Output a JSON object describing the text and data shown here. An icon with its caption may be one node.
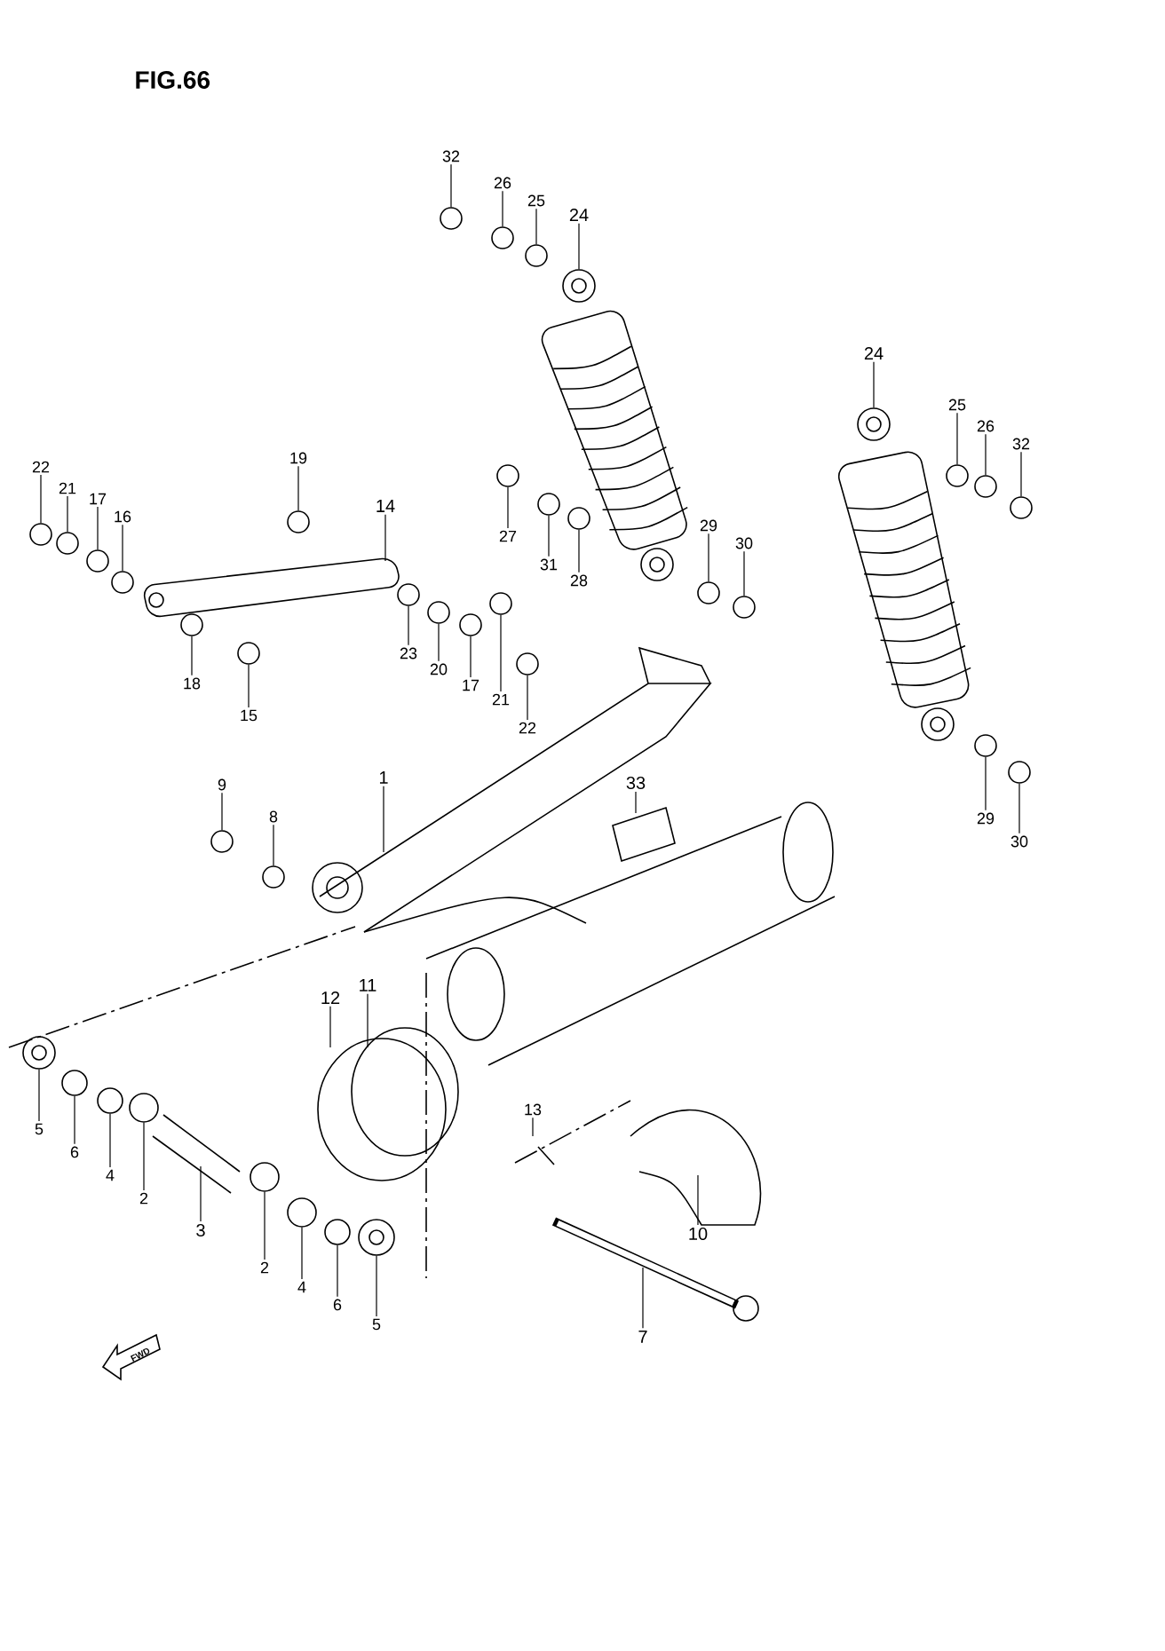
{
  "diagram": {
    "title": "FIG.66",
    "nodes": [
      {
        "text": [
          "32"
        ]
      },
      {
        "text": [
          "26"
        ]
      },
      {
        "text": [
          "25"
        ]
      },
      {
        "text": [
          "24"
        ]
      },
      {
        "text": [
          "24"
        ]
      },
      {
        "text": [
          "25"
        ]
      },
      {
        "text": [
          "26"
        ]
      },
      {
        "text": [
          "32"
        ]
      },
      {
        "text": [
          "22"
        ]
      },
      {
        "text": [
          "21"
        ]
      },
      {
        "text": [
          "17"
        ]
      },
      {
        "text": [
          "16"
        ]
      },
      {
        "text": [
          "19"
        ]
      },
      {
        "text": [
          "14"
        ]
      },
      {
        "text": [
          "27"
        ]
      },
      {
        "text": [
          "31"
        ]
      },
      {
        "text": [
          "28"
        ]
      },
      {
        "text": [
          "29"
        ]
      },
      {
        "text": [
          "30"
        ]
      },
      {
        "text": [
          "18"
        ]
      },
      {
        "text": [
          "15"
        ]
      },
      {
        "text": [
          "23"
        ]
      },
      {
        "text": [
          "20"
        ]
      },
      {
        "text": [
          "17"
        ]
      },
      {
        "text": [
          "21"
        ]
      },
      {
        "text": [
          "22"
        ]
      },
      {
        "text": [
          "1"
        ]
      },
      {
        "text": [
          "9"
        ]
      },
      {
        "text": [
          "8"
        ]
      },
      {
        "text": [
          "33"
        ]
      },
      {
        "text": [
          "29"
        ]
      },
      {
        "text": [
          "30"
        ]
      },
      {
        "text": [
          "12"
        ]
      },
      {
        "text": [
          "11"
        ]
      },
      {
        "text": [
          "13"
        ]
      },
      {
        "text": [
          "5"
        ]
      },
      {
        "text": [
          "6"
        ]
      },
      {
        "text": [
          "4"
        ]
      },
      {
        "text": [
          "2"
        ]
      },
      {
        "text": [
          "3"
        ]
      },
      {
        "text": [
          "2"
        ]
      },
      {
        "text": [
          "4"
        ]
      },
      {
        "text": [
          "6"
        ]
      },
      {
        "text": [
          "5"
        ]
      },
      {
        "text": [
          "10"
        ]
      },
      {
        "text": [
          "7"
        ]
      },
      {
        "text": [],
        "shape": "circle"
      },
      {
        "text": [],
        "shape": "circle"
      },
      {
        "text": [],
        "shape": "circle"
      },
      {
        "text": [],
        "shape": "circle"
      },
      {
        "text": [],
        "shape": "circle"
      },
      {
        "text": [],
        "shape": "circle"
      },
      {
        "text": [],
        "shape": "circle"
      },
      {
        "text": [],
        "shape": "circle"
      },
      {
        "text": [],
        "shape": "circle"
      },
      {
        "text": [],
        "shape": "circle"
      },
      {
        "text": [],
        "shape": "circle"
      },
      {
        "text": [],
        "shape": "circle"
      },
      {
        "text": [],
        "shape": "circle"
      },
      {
        "text": [],
        "shape": "circle"
      },
      {
        "text": [],
        "shape": "circle"
      },
      {
        "text": [],
        "shape": "circle"
      },
      {
        "text": [],
        "shape": "circle"
      },
      {
        "text": [],
        "shape": "circle"
      },
      {
        "text": [],
        "shape": "circle"
      },
      {
        "text": [],
        "shape": "circle"
      },
      {
        "text": [],
        "shape": "circle"
      },
      {
        "text": [],
        "shape": "circle"
      },
      {
        "text": [],
        "shape": "circle"
      },
      {
        "text": [],
        "shape": "circle"
      },
      {
        "text": [],
        "shape": "circle"
      },
      {
        "text": [],
        "shape": "circle"
      },
      {
        "text": [],
        "shape": "circle"
      },
      {
        "text": [],
        "shape": "circle"
      },
      {
        "text": [],
        "shape": "circle"
      },
      {
        "text": [],
        "shape": "circle"
      },
      {
        "text": [],
        "shape": "circle"
      },
      {
        "text": [],
        "shape": "circle"
      },
      {
        "text": [],
        "shape": "circle"
      },
      {
        "text": [],
        "shape": "circle"
      },
      {
        "text": [],
        "shape": "circle"
      },
      {
        "text": [],
        "shape": "circle"
      },
      {
        "text": [],
        "shape": "circle"
      }
    ],
    "edges": [
      {
        "from": 0,
        "to": 46,
        "arrow": "none"
      },
      {
        "from": 1,
        "to": 47,
        "arrow": "none"
      },
      {
        "from": 2,
        "to": 48,
        "arrow": "none"
      },
      {
        "from": 3,
        "to": 49,
        "arrow": "none"
      },
      {
        "from": 4,
        "to": 50,
        "arrow": "none"
      },
      {
        "from": 5,
        "to": 51,
        "arrow": "none"
      },
      {
        "from": 6,
        "to": 52,
        "arrow": "none"
      },
      {
        "from": 7,
        "to": 53,
        "arrow": "none"
      },
      {
        "from": 8,
        "to": 54,
        "arrow": "none"
      },
      {
        "from": 9,
        "to": 55,
        "arrow": "none"
      },
      {
        "from": 10,
        "to": 56,
        "arrow": "none"
      },
      {
        "from": 11,
        "to": 57,
        "arrow": "none"
      },
      {
        "from": 12,
        "to": 58,
        "arrow": "none"
      },
      {
        "from": 13,
        "to": null,
        "arrow": "none"
      },
      {
        "from": 14,
        "to": 59,
        "arrow": "none"
      },
      {
        "from": 15,
        "to": 60,
        "arrow": "none"
      },
      {
        "from": 16,
        "to": 61,
        "arrow": "none"
      },
      {
        "from": 17,
        "to": 62,
        "arrow": "none"
      },
      {
        "from": 18,
        "to": 63,
        "arrow": "none"
      },
      {
        "from": 19,
        "to": 64,
        "arrow": "none"
      },
      {
        "from": 20,
        "to": 65,
        "arrow": "none"
      },
      {
        "from": 21,
        "to": 66,
        "arrow": "none"
      },
      {
        "from": 22,
        "to": 67,
        "arrow": "none"
      },
      {
        "from": 23,
        "to": 68,
        "arrow": "none"
      },
      {
        "from": 24,
        "to": 69,
        "arrow": "none"
      },
      {
        "from": 25,
        "to": 70,
        "arrow": "none"
      },
      {
        "from": 26,
        "to": null,
        "arrow": "none"
      },
      {
        "from": 27,
        "to": 71,
        "arrow": "none"
      },
      {
        "from": 28,
        "to": 72,
        "arrow": "none"
      },
      {
        "from": 29,
        "to": null,
        "arrow": "none"
      },
      {
        "from": 30,
        "to": 73,
        "arrow": "none"
      },
      {
        "from": 31,
        "to": 74,
        "arrow": "none"
      },
      {
        "from": 32,
        "to": null,
        "arrow": "none"
      },
      {
        "from": 33,
        "to": null,
        "arrow": "none"
      },
      {
        "from": 34,
        "to": null,
        "arrow": "none"
      },
      {
        "from": 35,
        "to": 75,
        "arrow": "none"
      },
      {
        "from": 36,
        "to": 76,
        "arrow": "none"
      },
      {
        "from": 37,
        "to": 77,
        "arrow": "none"
      },
      {
        "from": 38,
        "to": 78,
        "arrow": "none"
      },
      {
        "from": 39,
        "to": null,
        "arrow": "none"
      },
      {
        "from": 40,
        "to": 79,
        "arrow": "none"
      },
      {
        "from": 41,
        "to": 80,
        "arrow": "none"
      },
      {
        "from": 42,
        "to": 81,
        "arrow": "none"
      },
      {
        "from": 43,
        "to": 82,
        "arrow": "none"
      },
      {
        "from": 44,
        "to": null,
        "arrow": "none"
      },
      {
        "from": 45,
        "to": null,
        "arrow": "none"
      }
    ],
    "labels": [
      "FWD"
    ]
  }
}
